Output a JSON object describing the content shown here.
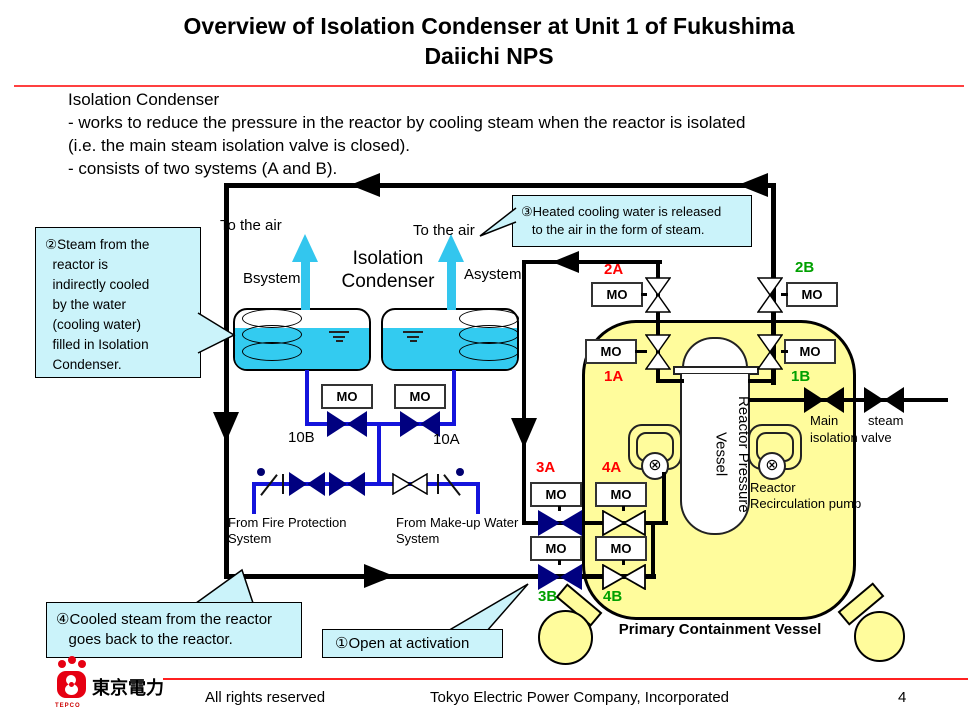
{
  "title": {
    "text": "Overview of Isolation Condenser at Unit 1 of Fukushima\nDaiichi NPS"
  },
  "intro": {
    "line1": "Isolation Condenser",
    "line2": "- works to reduce the pressure in the reactor by cooling steam when the reactor is isolated",
    "line3": "(i.e. the main steam isolation valve is closed).",
    "line4": "- consists of two systems (A and B)."
  },
  "callouts": {
    "c1": "①Open at activation",
    "c2": "②Steam from the\n  reactor is\n  indirectly cooled\n  by the water\n  (cooling water)\n  filled in Isolation\n  Condenser.",
    "c3": "③Heated cooling water is released\n   to the air in the form of steam.",
    "c4": "④Cooled steam from the reactor\n   goes back to the reactor."
  },
  "diagram": {
    "to_the_air": "To the air",
    "isolation_condenser": "Isolation\nCondenser",
    "bsystem": "Bsystem",
    "asystem": "Asystem",
    "mo": "MO",
    "valves": {
      "v10b": "10B",
      "v10a": "10A",
      "v2a": "2A",
      "v2b": "2B",
      "v1a": "1A",
      "v1b": "1B",
      "v3a": "3A",
      "v4a": "4A",
      "v3b": "3B",
      "v4b": "4B"
    },
    "from_fire": "From Fire Protection\nSystem",
    "from_makeup": "From Make-up Water\nSystem",
    "rpv": "Reactor Pressure\nVessel",
    "recirc_pump": "Reactor\nRecirculation pump",
    "msiv": {
      "main": "Main",
      "steam": "steam",
      "line2": "isolation valve"
    },
    "pcv": "Primary Containment Vessel",
    "pump_glyph": "⊗"
  },
  "footer": {
    "tepco_word": "TEPCO",
    "company_jp": "東京電力",
    "rights": "All rights reserved",
    "company_en": "Tokyo Electric Power Company, Incorporated",
    "page": "4"
  },
  "colors": {
    "pipe_black": "#000000",
    "pipe_blue": "#1414dc",
    "water_cyan": "#33cbf0",
    "air_arrow_cyan": "#33c6ee",
    "pcv_yellow": "#fffc9c",
    "callout_cyan": "#cbf3fa",
    "label_red": "#ff0000",
    "label_green": "#00a000",
    "valve_navy": "#000080",
    "rule_red": "#ff4040",
    "tepco_red": "#e60012"
  }
}
